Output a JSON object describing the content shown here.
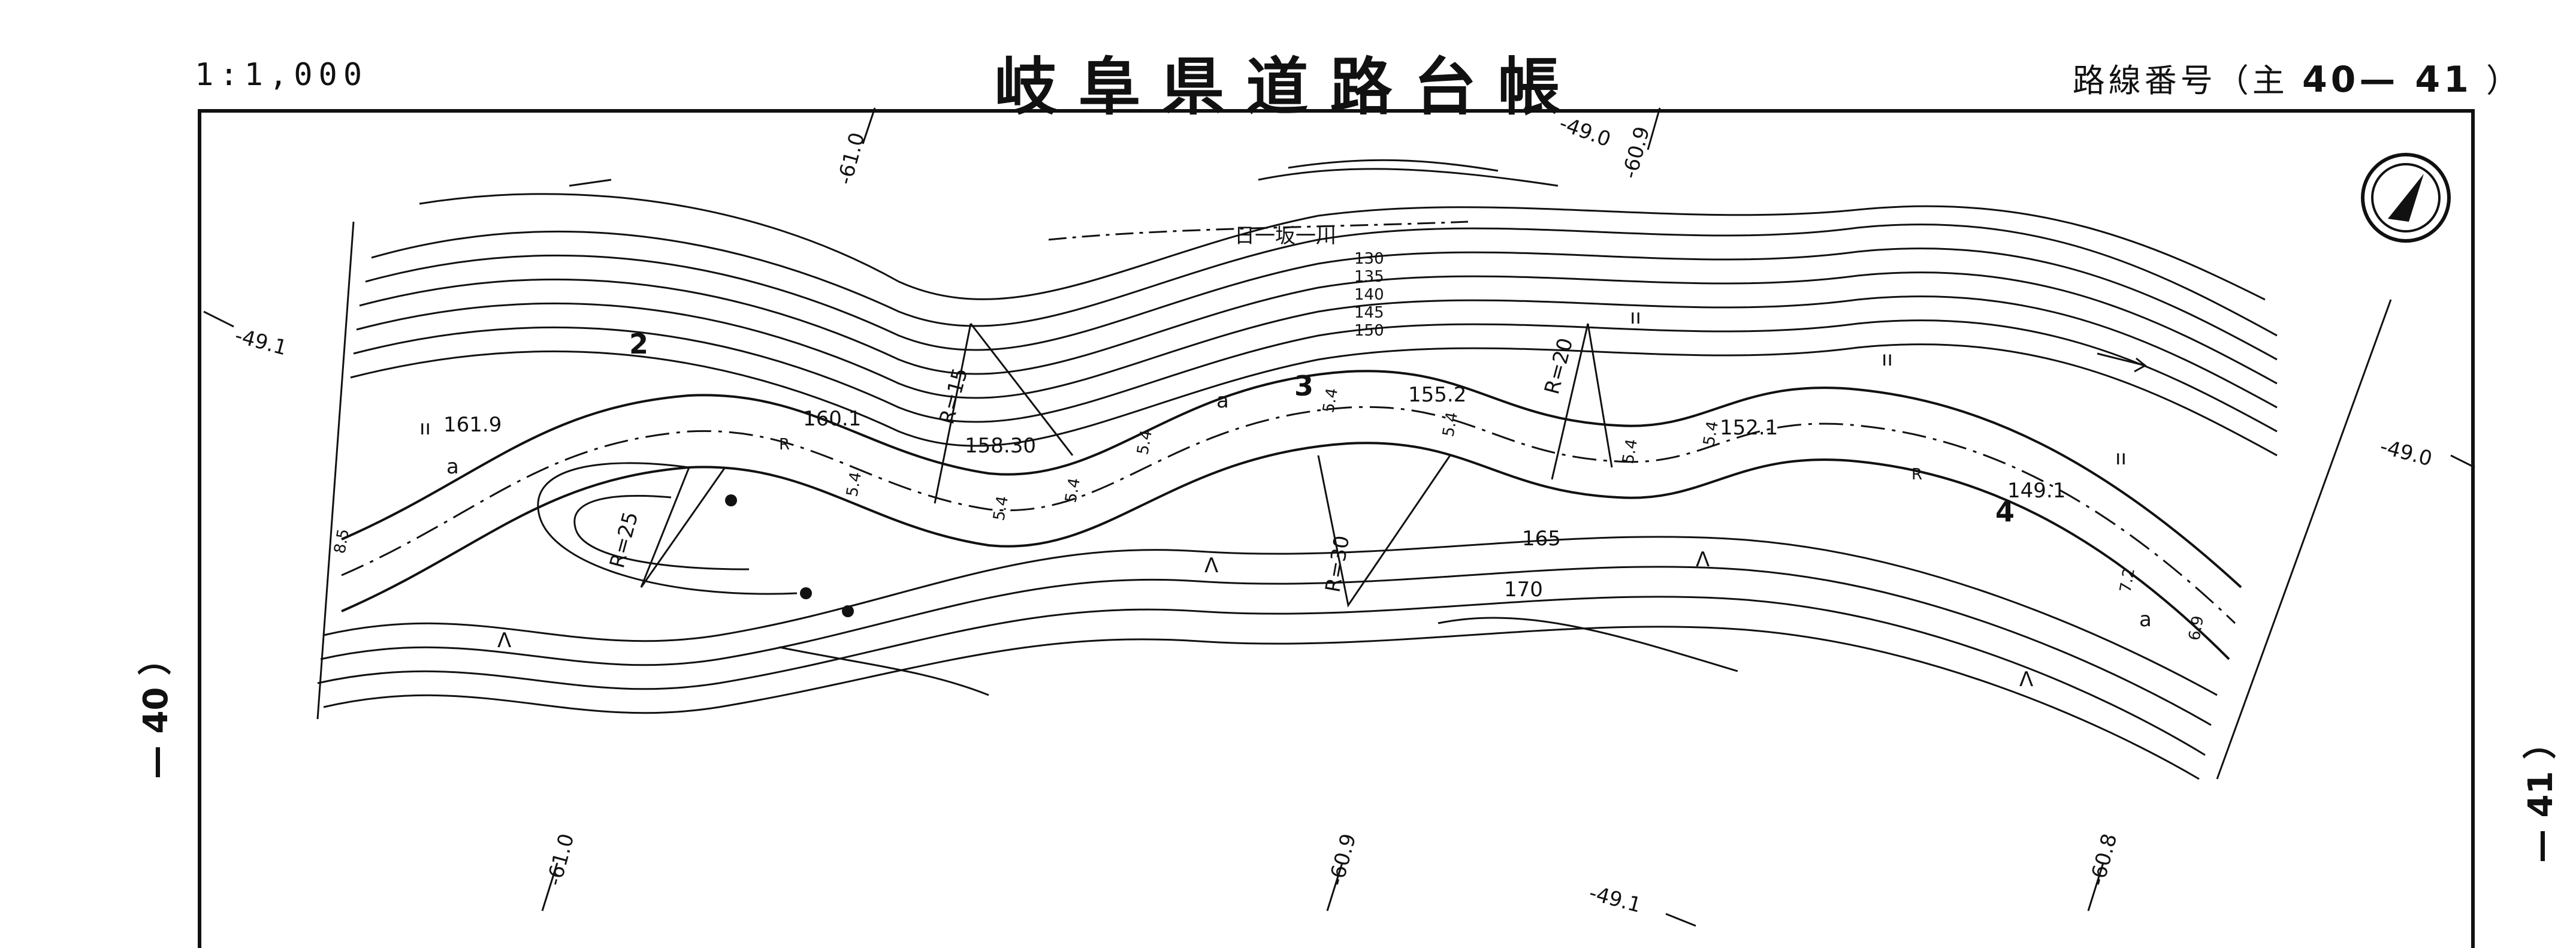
{
  "header": {
    "scale": "1:1,000",
    "title": "岐阜県道路台帳",
    "route_label": "路線番号（主",
    "route_number": "40— 41",
    "route_close": "）"
  },
  "sheet_refs": {
    "left": "— 40 ）",
    "right": "— 41 ）"
  },
  "map": {
    "river": "日一坂一川",
    "stations": [
      "2",
      "3",
      "4"
    ],
    "elevations": [
      "161.9",
      "160.1",
      "158.30",
      "155.2",
      "152.1",
      "149.1"
    ],
    "contour_labels": [
      "130",
      "135",
      "140",
      "145",
      "150",
      "165",
      "170"
    ],
    "curve_radii": [
      "R=25",
      "R=15",
      "R=30",
      "R=20"
    ],
    "grid_ticks": {
      "top_a": "-61.0",
      "top_b": "-49.0",
      "top_c": "-60.9",
      "left": "-49.1",
      "right": "-49.0",
      "bottom_a": "-61.0",
      "bottom_b": "-60.9",
      "bottom_c": "-49.1",
      "bottom_d": "-60.8"
    },
    "surface_marks": [
      "a",
      "a",
      "a",
      "R",
      "R"
    ],
    "terrain_marks": [
      "ıı",
      "ıı",
      "ıı",
      "ıı",
      "Λ",
      "Λ",
      "Λ",
      "Λ"
    ],
    "widths": [
      "8.5",
      "5.4",
      "5.4",
      "5.4",
      "5.4",
      "5.4",
      "5.4",
      "5.4",
      "5.4",
      "6.9",
      "7.2"
    ],
    "north_arrow": "north-arrow"
  }
}
